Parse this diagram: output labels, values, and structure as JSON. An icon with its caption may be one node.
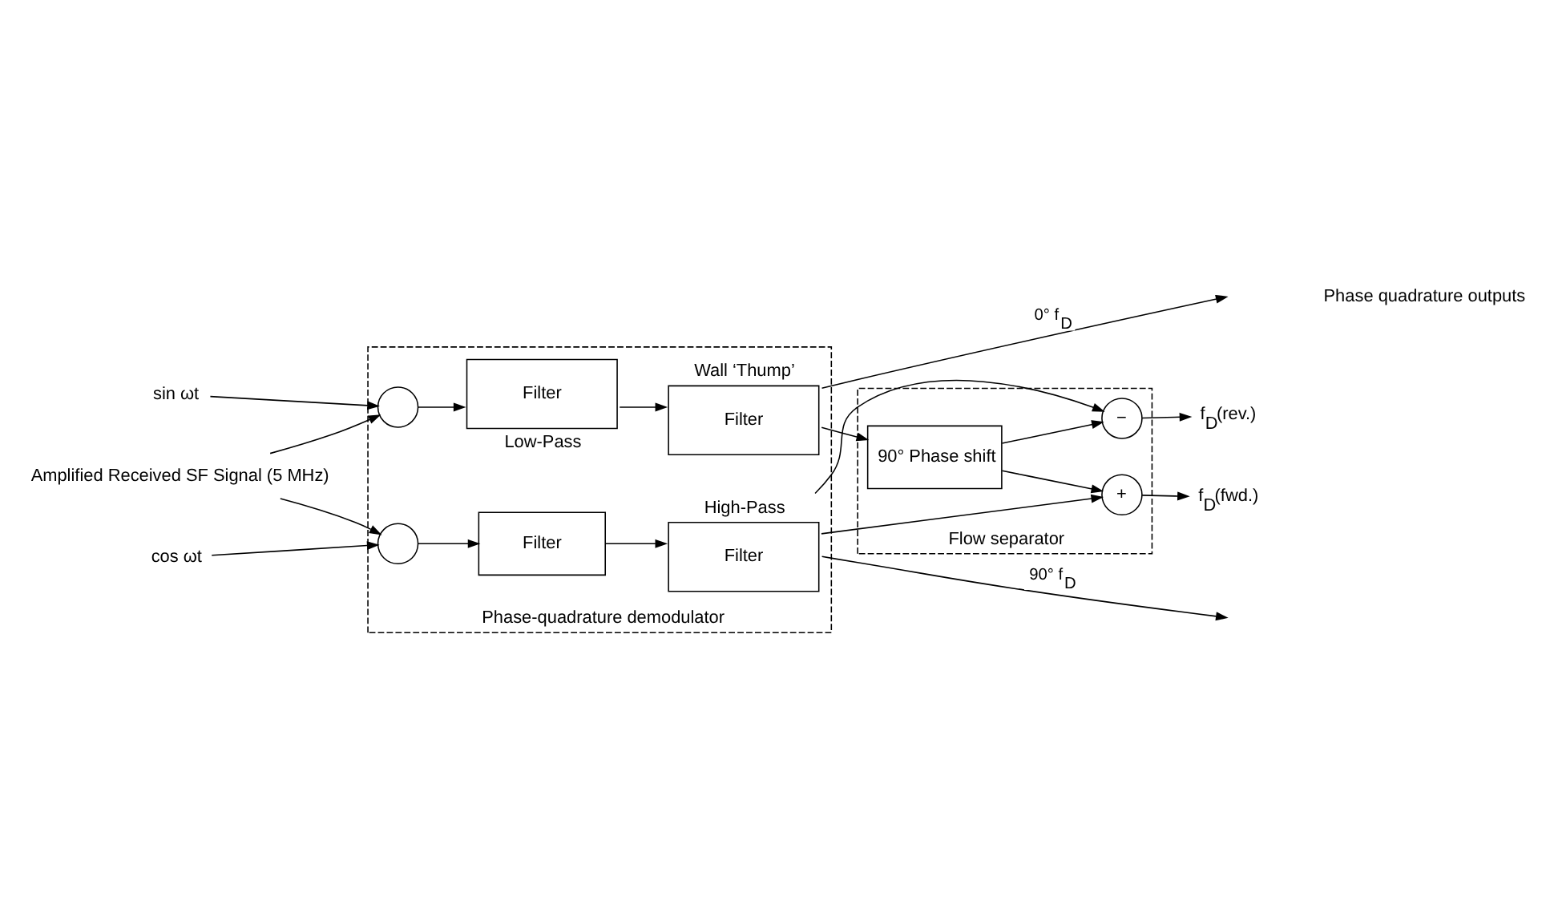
{
  "diagram": {
    "nodes": [
      {
        "text": [
          "Phase-quadrature demodulator"
        ]
      },
      {
        "text": [
          "Amplified Received SF Signal (5 MHz)"
        ]
      },
      {
        "text": [
          "sin ωt"
        ]
      },
      {
        "text": [
          "cos ωt"
        ]
      },
      {
        "text": [],
        "shape": "circle",
        "in": 0
      },
      {
        "text": [],
        "shape": "circle",
        "in": 0
      },
      {
        "text": [
          "Filter"
        ],
        "beside": [
          "Low-Pass"
        ],
        "in": 0
      },
      {
        "text": [
          "Filter"
        ],
        "in": 0
      },
      {
        "text": [
          "Filter"
        ],
        "beside": [
          "Wall ‘Thump’"
        ],
        "in": 0
      },
      {
        "text": [
          "Filter"
        ],
        "beside": [
          "High-Pass"
        ],
        "in": 0
      },
      {
        "text": [
          "Flow separator"
        ]
      },
      {
        "text": [
          "90° Phase shift"
        ],
        "in": 10
      },
      {
        "text": [
          "−"
        ],
        "in": 10
      },
      {
        "text": [
          "+"
        ],
        "in": 10
      },
      {
        "text": [
          "f$_{D}$(rev.)"
        ]
      },
      {
        "text": [
          "f$_{D}$(fwd.)"
        ]
      }
    ],
    "edges": [
      {
        "from": 1,
        "to": 4,
        "arrow": "to"
      },
      {
        "from": 1,
        "to": 5,
        "arrow": "to"
      },
      {
        "from": 2,
        "to": 4,
        "arrow": "to"
      },
      {
        "from": 3,
        "to": 5,
        "arrow": "to"
      },
      {
        "from": 4,
        "to": 6,
        "arrow": "to"
      },
      {
        "from": 5,
        "to": 7,
        "arrow": "to"
      },
      {
        "from": 6,
        "to": 8,
        "arrow": "to"
      },
      {
        "from": 7,
        "to": 9,
        "arrow": "to"
      },
      {
        "from": 8,
        "to": null,
        "arrow": "to",
        "label": "0° f$_{D}$"
      },
      {
        "from": 9,
        "to": null,
        "arrow": "to",
        "label": "90° f$_{D}$"
      },
      {
        "from": 8,
        "to": 11,
        "arrow": "to"
      },
      {
        "from": 9,
        "to": 12,
        "arrow": "to"
      },
      {
        "from": 9,
        "to": 13,
        "arrow": "to"
      },
      {
        "from": 11,
        "to": 13,
        "arrow": "to"
      },
      {
        "from": 11,
        "to": 12,
        "arrow": "to"
      },
      {
        "from": 12,
        "to": 14,
        "arrow": "to"
      },
      {
        "from": 13,
        "to": 15,
        "arrow": "to"
      }
    ],
    "labels": [
      "Phase quadrature outputs"
    ]
  }
}
